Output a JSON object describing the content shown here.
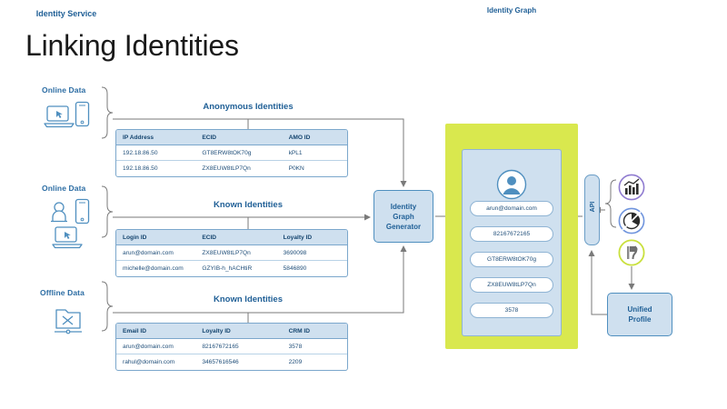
{
  "slide": {
    "title": "Linking Identities"
  },
  "sources": [
    {
      "label": "Online Data",
      "icons": [
        "laptop-icon",
        "smartphone-icon"
      ]
    },
    {
      "label": "Online Data",
      "icons": [
        "person-icon",
        "smartphone-icon",
        "laptop-icon"
      ]
    },
    {
      "label": "Offline Data",
      "icons": [
        "offline-folder-icon"
      ]
    }
  ],
  "sections": [
    {
      "caption": "Anonymous Identities",
      "columns": [
        "IP Address",
        "ECID",
        "AMO ID"
      ],
      "rows": [
        [
          "192.18.86.50",
          "GT8ERW8tOK70g",
          "kPL1"
        ],
        [
          "192.18.86.50",
          "ZX8EUW8tLP7Qn",
          "P0KN"
        ]
      ]
    },
    {
      "caption": "Known Identities",
      "columns": [
        "Login ID",
        "ECID",
        "Loyalty ID"
      ],
      "rows": [
        [
          "arun@domain.com",
          "ZX8EUW8tLP7Qn",
          "3690098"
        ],
        [
          "michelle@domain.com",
          "GZYIB-h_hACHtiR",
          "5846890"
        ]
      ]
    },
    {
      "caption": "Known Identities",
      "columns": [
        "Email ID",
        "Loyalty ID",
        "CRM ID"
      ],
      "rows": [
        [
          "arun@domain.com",
          "82167672165",
          "3578"
        ],
        [
          "rahul@domain.com",
          "34657616546",
          "2209"
        ]
      ]
    }
  ],
  "generator": {
    "line1": "Identity",
    "line2": "Graph",
    "line3": "Generator"
  },
  "identity_service": {
    "title": "Identity Service",
    "graph_title": "Identity Graph",
    "avatar_icon": "user-avatar-icon",
    "pills": [
      "arun@domain.com",
      "82167672165",
      "GT8ERW8tOK70g",
      "ZX8EUW8tLP7Qn",
      "3578"
    ]
  },
  "api": {
    "label": "API"
  },
  "app_icons": [
    {
      "name": "bar-chart-icon",
      "ring": "#8f7bd0"
    },
    {
      "name": "pie-chart-icon",
      "ring": "#6f94dd"
    },
    {
      "name": "ribbon-flag-icon",
      "ring": "#c9e03c"
    }
  ],
  "unified_profile": {
    "line1": "Unified",
    "line2": "Profile"
  },
  "colors": {
    "service_green": "#d9e84e",
    "panel_blue": "#cfe0ef",
    "text_blue": "#1f5f96",
    "border_blue": "#4f8fbf",
    "wire_gray": "#7a7a7a"
  }
}
